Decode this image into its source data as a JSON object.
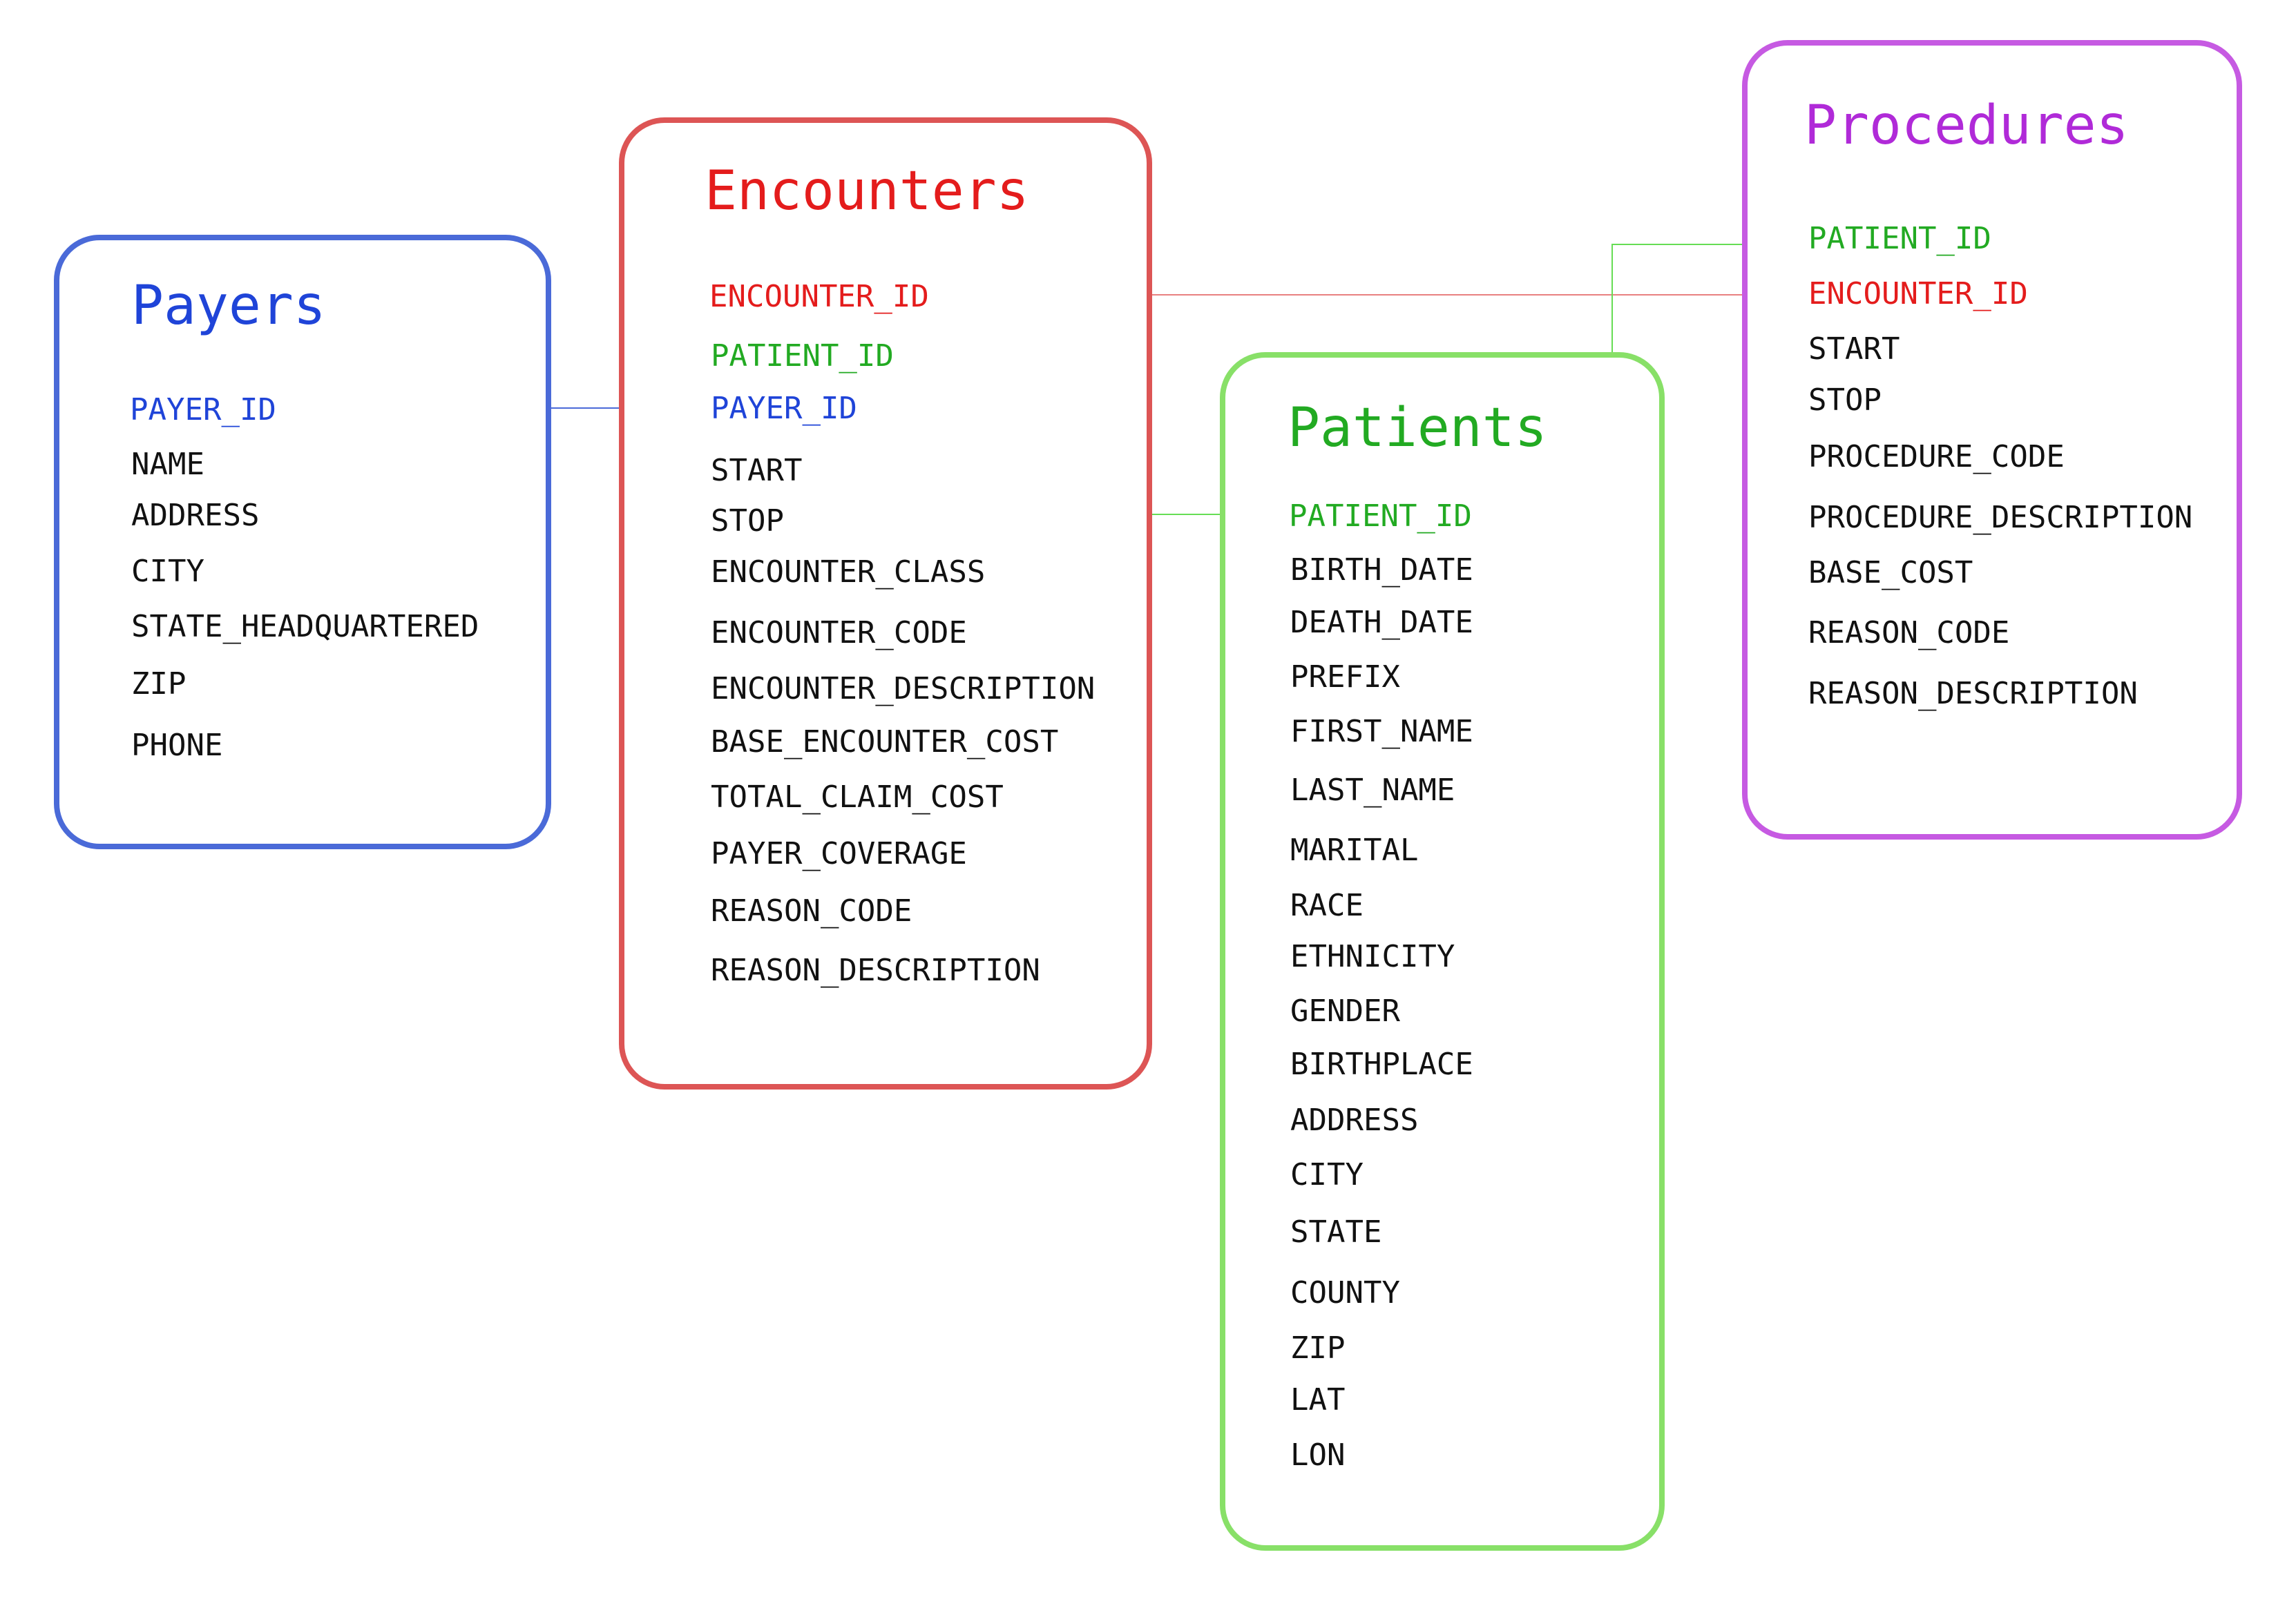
{
  "colors": {
    "payers": "#1f44d8",
    "payers_border": "#4a6ad8",
    "encounters": "#e41c1c",
    "encounters_border": "#dd5555",
    "patients": "#22aa22",
    "patients_border": "#88e068",
    "procedures": "#b02ad8",
    "procedures_border": "#c65ae2",
    "field_text": "#111111"
  },
  "payers": {
    "title": "Payers",
    "fields": [
      "PAYER_ID",
      "NAME",
      "ADDRESS",
      "CITY",
      "STATE_HEADQUARTERED",
      "ZIP",
      "PHONE"
    ]
  },
  "encounters": {
    "title": "Encounters",
    "fields": [
      "ENCOUNTER_ID",
      "PATIENT_ID",
      "PAYER_ID",
      "START",
      "STOP",
      "ENCOUNTER_CLASS",
      "ENCOUNTER_CODE",
      "ENCOUNTER_DESCRIPTION",
      "BASE_ENCOUNTER_COST",
      "TOTAL_CLAIM_COST",
      "PAYER_COVERAGE",
      "REASON_CODE",
      "REASON_DESCRIPTION"
    ]
  },
  "patients": {
    "title": "Patients",
    "fields": [
      "PATIENT_ID",
      "BIRTH_DATE",
      "DEATH_DATE",
      "PREFIX",
      "FIRST_NAME",
      "LAST_NAME",
      "MARITAL",
      "RACE",
      "ETHNICITY",
      "GENDER",
      "BIRTHPLACE",
      "ADDRESS",
      "CITY",
      "STATE",
      "COUNTY",
      "ZIP",
      "LAT",
      "LON"
    ]
  },
  "procedures": {
    "title": "Procedures",
    "fields": [
      "PATIENT_ID",
      "ENCOUNTER_ID",
      "START",
      "STOP",
      "PROCEDURE_CODE",
      "PROCEDURE_DESCRIPTION",
      "BASE_COST",
      "REASON_CODE",
      "REASON_DESCRIPTION"
    ]
  }
}
